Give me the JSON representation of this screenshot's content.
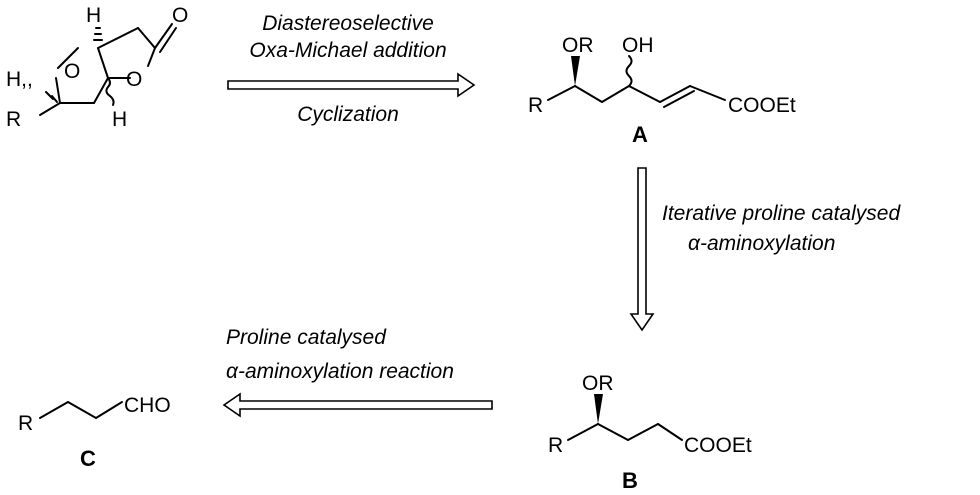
{
  "scheme": {
    "step1": {
      "line1": "Diastereoselective",
      "line2": "Oxa-Michael addition",
      "line3": "Cyclization"
    },
    "step2": {
      "line1": "Iterative  proline catalysed",
      "line2": "α-aminoxylation"
    },
    "step3": {
      "line1": "Proline catalysed",
      "line2": "α-aminoxylation reaction"
    }
  },
  "lactone": {
    "o_ring1": "O",
    "o_ring2": "O",
    "o_carbonyl": "O",
    "h_top": "H",
    "h_bottom": "H",
    "h_left": "H,,",
    "r": "R"
  },
  "compound_a": {
    "label": "A",
    "or": "OR",
    "oh": "OH",
    "r": "R",
    "ester": "COOEt"
  },
  "compound_b": {
    "label": "B",
    "or": "OR",
    "r": "R",
    "ester": "COOEt"
  },
  "compound_c": {
    "label": "C",
    "r": "R",
    "aldehyde": "CHO"
  }
}
